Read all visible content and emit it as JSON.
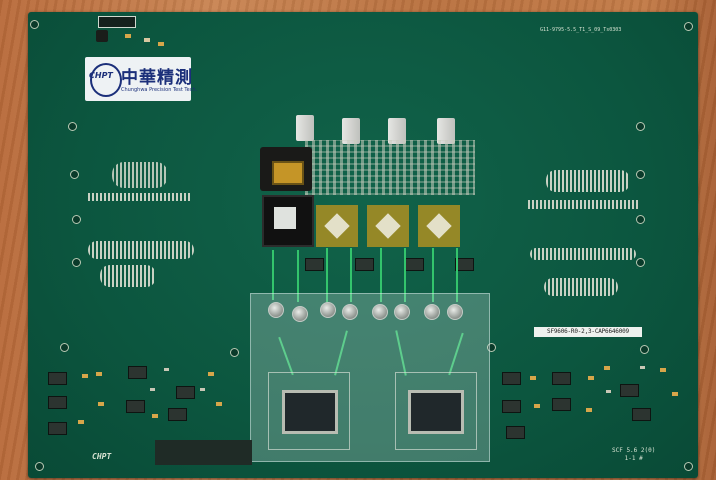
{
  "photo": {
    "subject": "green PCB test board",
    "logo": {
      "chinese": "中華精測",
      "english": "Chunghwa Precision Test Tech.",
      "mark": "CHPT"
    },
    "silkscreen": {
      "part_number_label": "SF9606-R0-2,3-CAP6646009",
      "top_edge_code": "G11-9795-5.5_T1_S_09_Ts0303",
      "bottom_logo": "CHPT",
      "right_bottom_label_1": "SCF 5.6 2(0)",
      "right_bottom_label_2": "1-1  #"
    },
    "colors": {
      "board_green": "#0c563f",
      "wood": "#c27a46",
      "logo_blue": "#1b2f7a",
      "trace_green": "#33c46c",
      "gold": "#b08a1d"
    }
  }
}
